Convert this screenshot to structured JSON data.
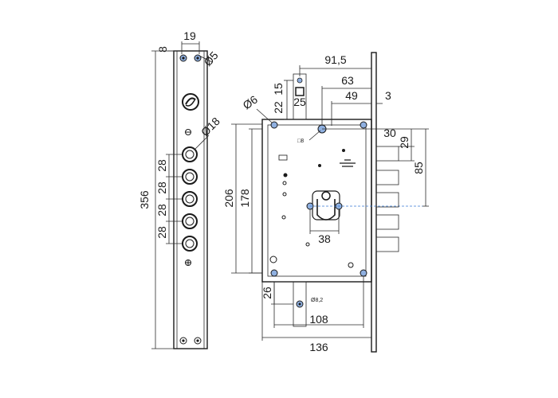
{
  "colors": {
    "stroke": "#1a1a1a",
    "hole_fill": "#8fb0e0",
    "centerline": "#3a7bd5",
    "background": "#ffffff"
  },
  "front_plate": {
    "dim_width_top": "19",
    "dim_offset": "8",
    "dim_screw_dia": "Ø5",
    "dim_bolt_dia": "Ø18",
    "dim_height": "356",
    "bolt_spacing": [
      "28",
      "28",
      "28",
      "28"
    ]
  },
  "lock_body": {
    "dim_91_5": "91,5",
    "dim_63": "63",
    "dim_49": "49",
    "dim_3": "3",
    "dim_22": "22",
    "dim_15": "15",
    "dim_25": "25",
    "dim_hole_dia": "Ø6",
    "dim_30": "30",
    "dim_29": "29",
    "dim_85": "85",
    "dim_206": "206",
    "dim_178": "178",
    "dim_38": "38",
    "dim_26": "26",
    "dim_small_hole": "Ø8,2",
    "dim_108": "108",
    "dim_136": "136",
    "dim_small_label": "□8"
  }
}
